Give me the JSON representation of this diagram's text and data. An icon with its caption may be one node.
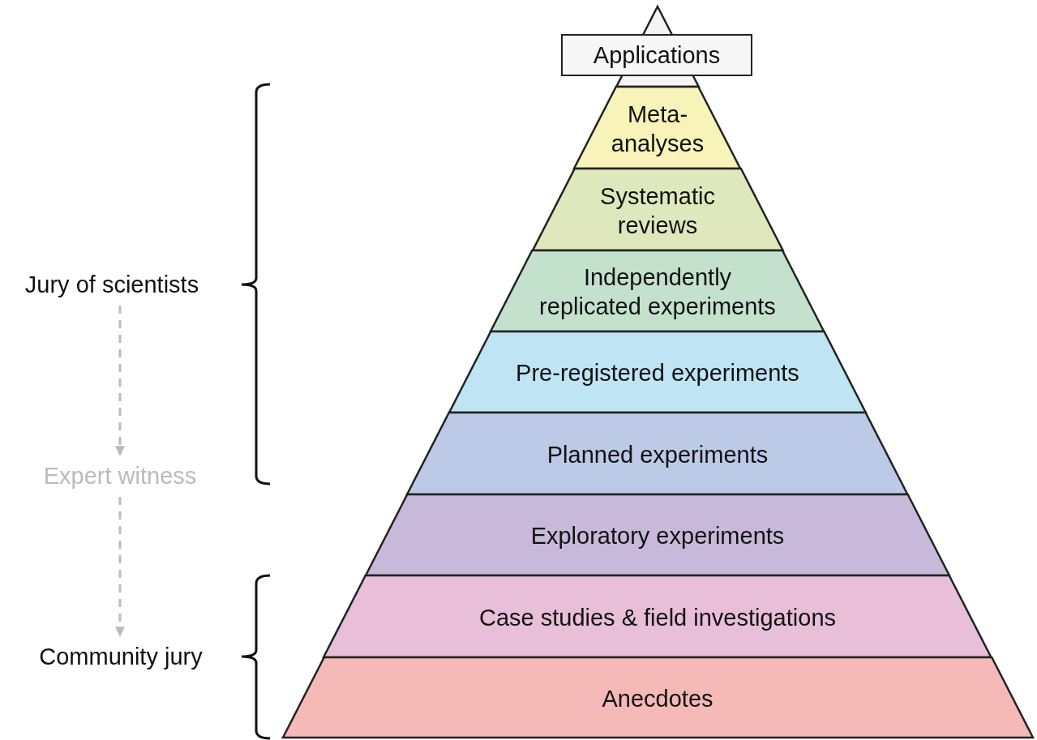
{
  "diagram": {
    "nodes": [
      {
        "text": [
          "Applications"
        ]
      },
      {
        "text": [
          "Meta-analyses"
        ]
      },
      {
        "text": [
          "Systematic reviews"
        ]
      },
      {
        "text": [
          "Independently replicated experiments"
        ]
      },
      {
        "text": [
          "Pre-registered experiments"
        ]
      },
      {
        "text": [
          "Planned experiments"
        ]
      },
      {
        "text": [
          "Exploratory experiments"
        ]
      },
      {
        "text": [
          "Case studies & field investigations"
        ]
      },
      {
        "text": [
          "Anecdotes"
        ]
      },
      {
        "text": [
          "Jury of scientists"
        ]
      },
      {
        "text": [
          "Expert witness"
        ]
      },
      {
        "text": [
          "Community jury"
        ]
      }
    ],
    "edges": [
      {
        "from": 9,
        "to": 10,
        "arrow": "to",
        "style": "dashed",
        "color": "#bbbbbb"
      },
      {
        "from": 10,
        "to": 11,
        "arrow": "to",
        "style": "dashed",
        "color": "#bbbbbb"
      }
    ]
  }
}
